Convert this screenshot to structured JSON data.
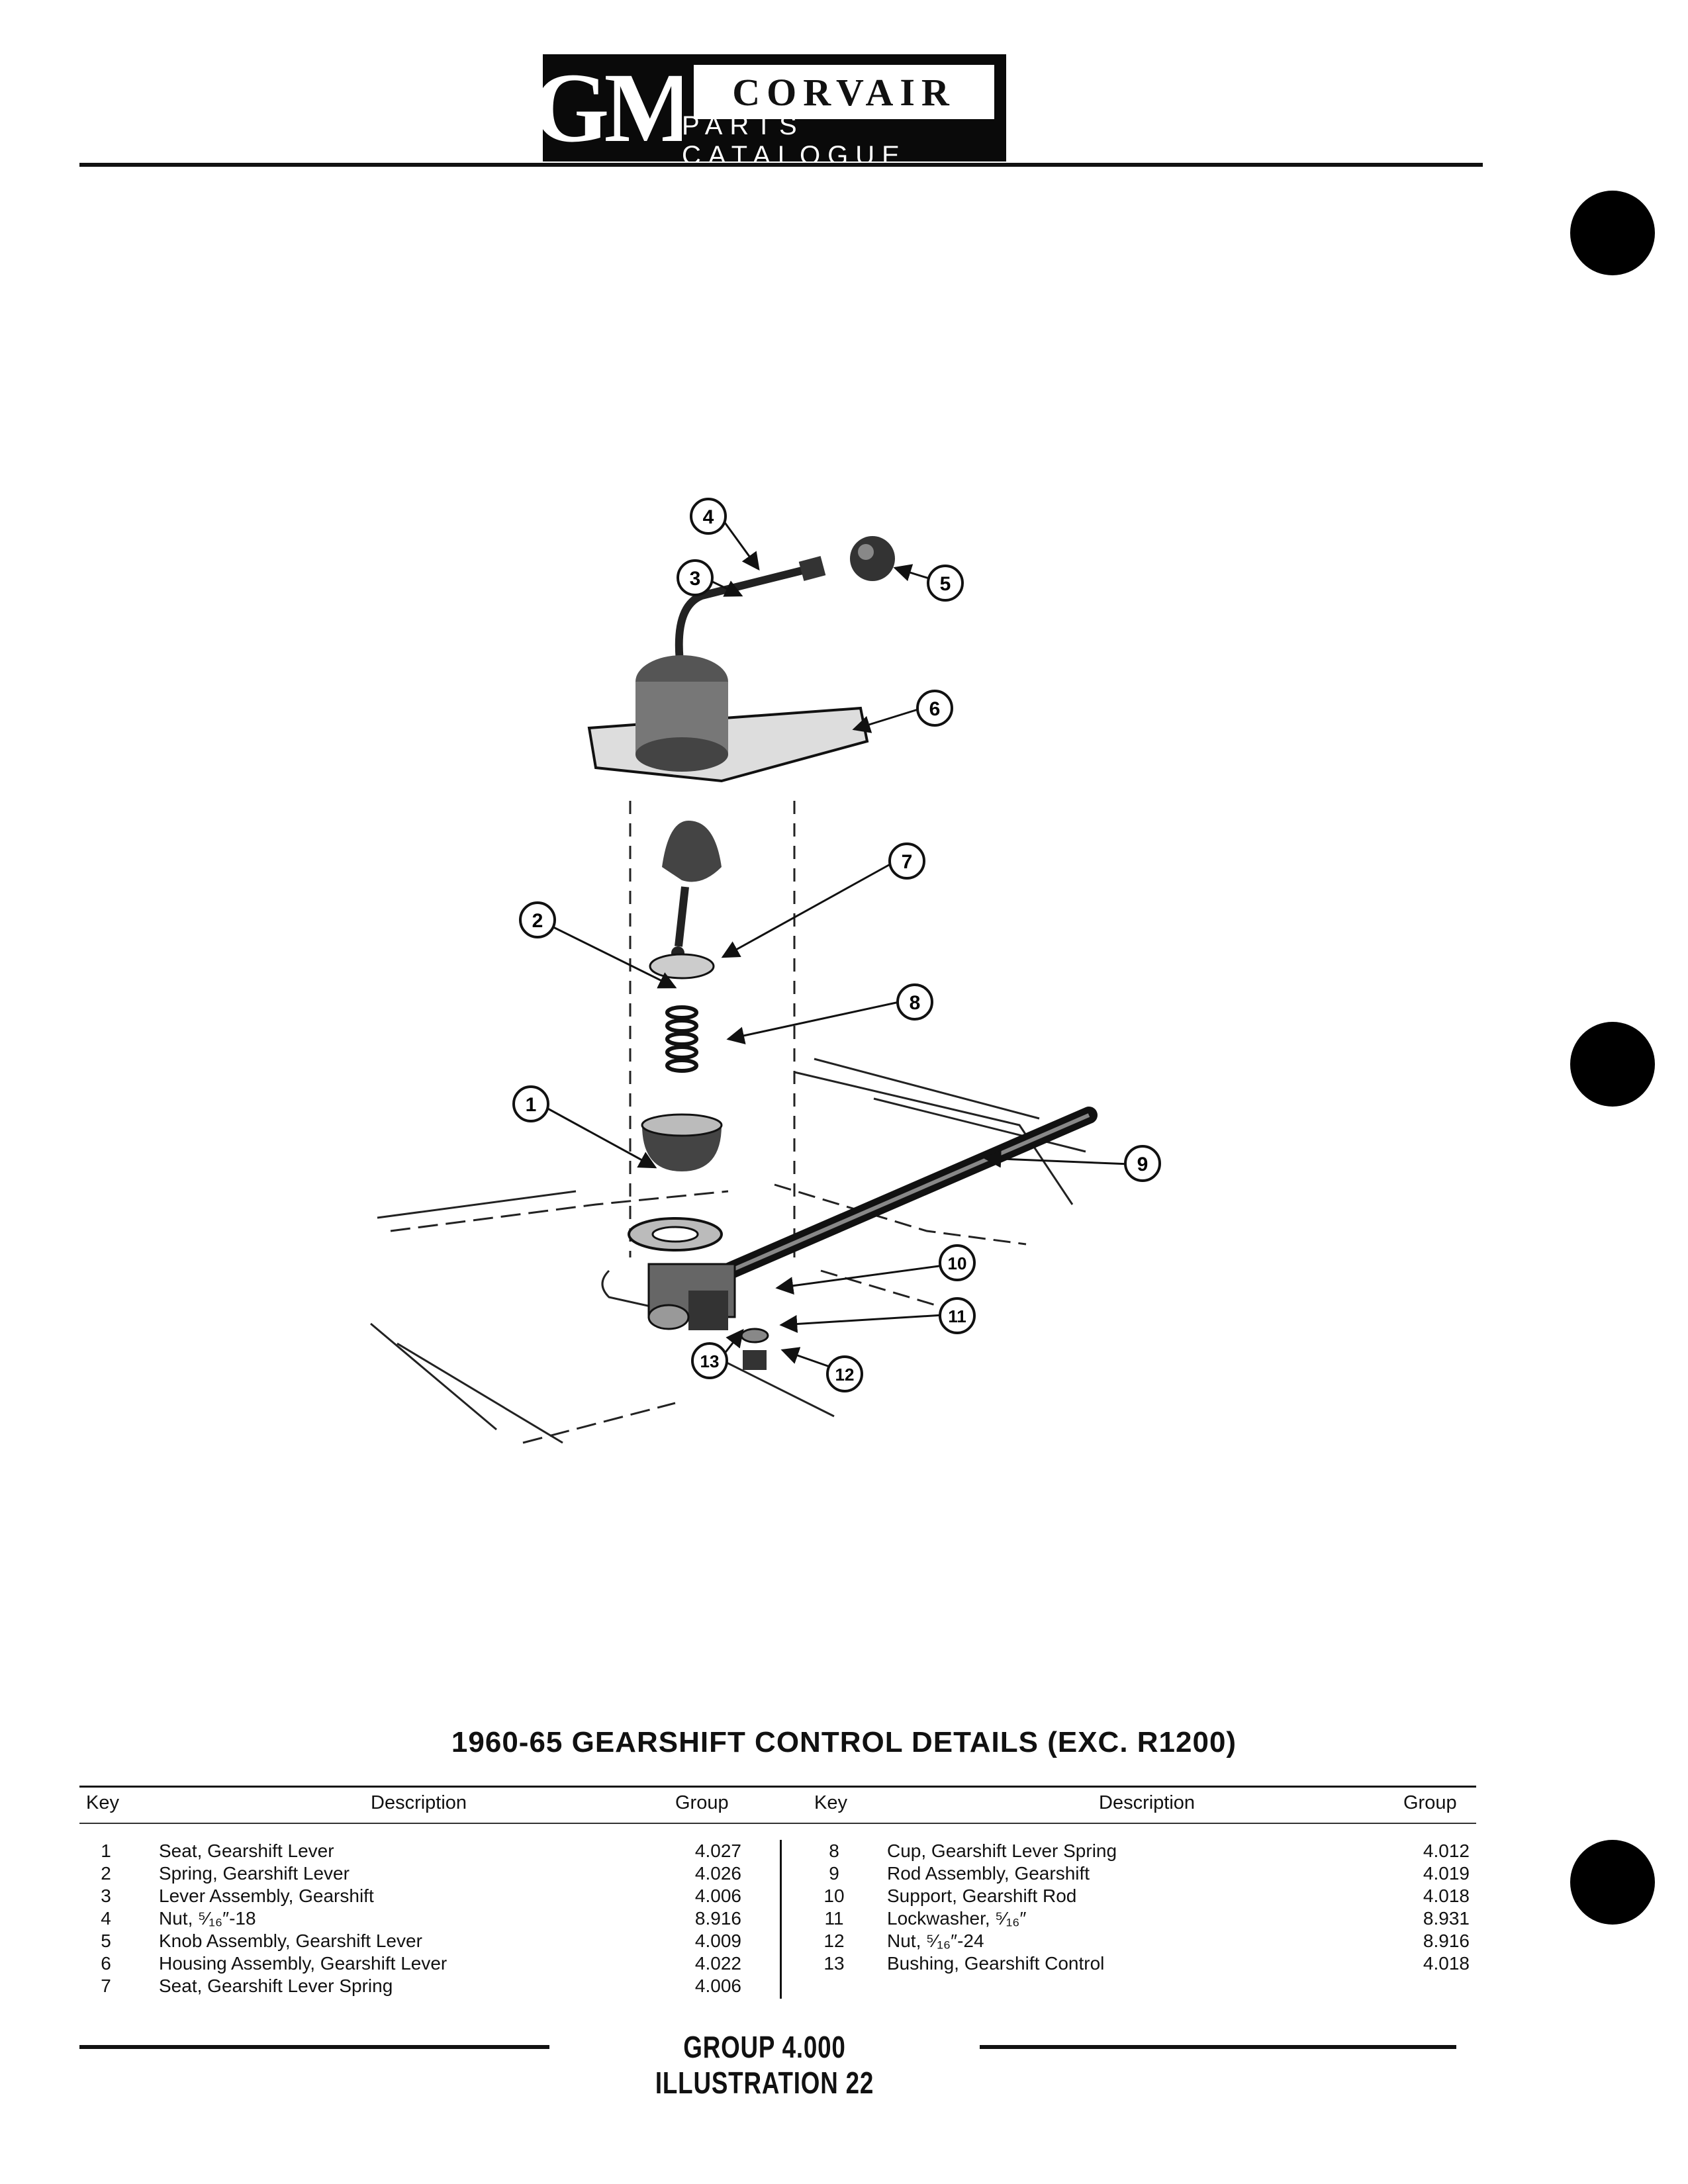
{
  "header": {
    "logo_gm": "GM",
    "title": "CORVAIR",
    "subtitle": "PARTS CATALOGUE"
  },
  "diagram": {
    "callouts": [
      "1",
      "2",
      "3",
      "4",
      "5",
      "6",
      "7",
      "8",
      "9",
      "10",
      "11",
      "12",
      "13"
    ]
  },
  "table": {
    "title": "1960-65 GEARSHIFT CONTROL DETAILS (EXC. R1200)",
    "headers": {
      "key": "Key",
      "description": "Description",
      "group": "Group"
    },
    "left": [
      {
        "key": "1",
        "desc": "Seat, Gearshift Lever",
        "group": "4.027"
      },
      {
        "key": "2",
        "desc": "Spring, Gearshift Lever",
        "group": "4.026"
      },
      {
        "key": "3",
        "desc": "Lever Assembly, Gearshift",
        "group": "4.006"
      },
      {
        "key": "4",
        "desc": "Nut, ⁵⁄₁₆″-18",
        "group": "8.916"
      },
      {
        "key": "5",
        "desc": "Knob Assembly, Gearshift Lever",
        "group": "4.009"
      },
      {
        "key": "6",
        "desc": "Housing Assembly, Gearshift Lever",
        "group": "4.022"
      },
      {
        "key": "7",
        "desc": "Seat, Gearshift Lever Spring",
        "group": "4.006"
      }
    ],
    "right": [
      {
        "key": "8",
        "desc": "Cup, Gearshift Lever Spring",
        "group": "4.012"
      },
      {
        "key": "9",
        "desc": "Rod Assembly, Gearshift",
        "group": "4.019"
      },
      {
        "key": "10",
        "desc": "Support, Gearshift Rod",
        "group": "4.018"
      },
      {
        "key": "11",
        "desc": "Lockwasher, ⁵⁄₁₆″",
        "group": "8.931"
      },
      {
        "key": "12",
        "desc": "Nut, ⁵⁄₁₆″-24",
        "group": "8.916"
      },
      {
        "key": "13",
        "desc": "Bushing, Gearshift Control",
        "group": "4.018"
      }
    ]
  },
  "footer": {
    "text": "GROUP 4.000 ILLUSTRATION 22"
  }
}
